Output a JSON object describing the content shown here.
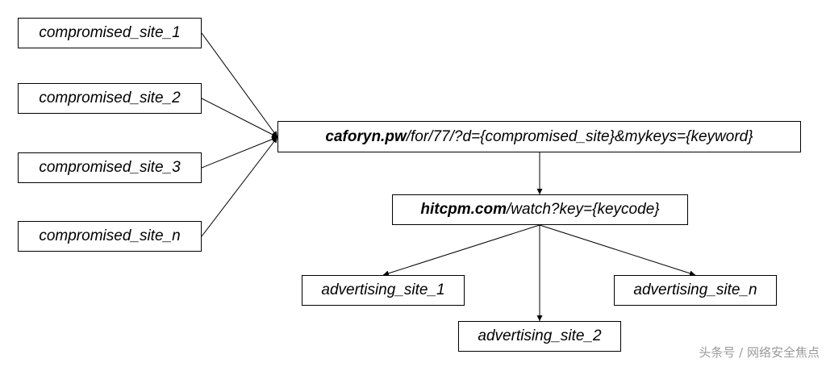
{
  "nodes": {
    "compromised_1": "compromised_site_1",
    "compromised_2": "compromised_site_2",
    "compromised_3": "compromised_site_3",
    "compromised_n": "compromised_site_n",
    "redirector": {
      "domain": "caforyn.pw",
      "path": "/for/77/?d={compromised_site}&mykeys={keyword}"
    },
    "ad_network": {
      "domain": "hitcpm.com",
      "path": "/watch?key={keycode}"
    },
    "advertising_1": "advertising_site_1",
    "advertising_2": "advertising_site_2",
    "advertising_n": "advertising_site_n"
  },
  "watermark": "头条号 / 网络安全焦点",
  "colors": {
    "line": "#000000",
    "box_border": "#000000",
    "watermark": "#9a9a9a"
  }
}
